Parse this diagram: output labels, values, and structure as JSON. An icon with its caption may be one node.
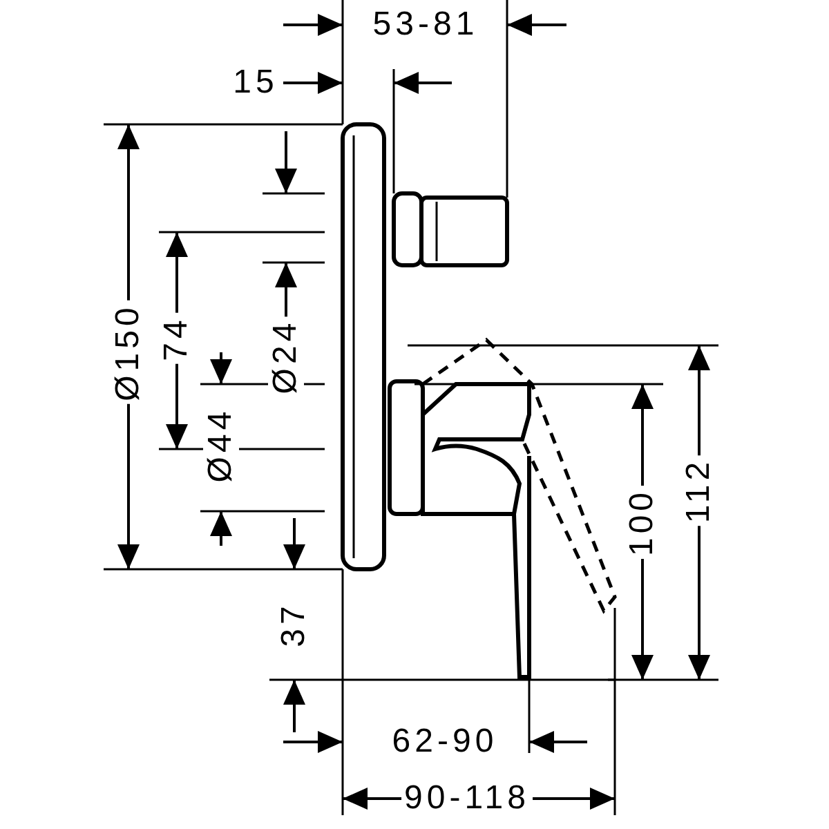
{
  "diagram": {
    "labels": [
      "53-81",
      "15",
      "Ø150",
      "74",
      "Ø24",
      "Ø44",
      "37",
      "100",
      "112",
      "62-90",
      "90-118"
    ]
  }
}
